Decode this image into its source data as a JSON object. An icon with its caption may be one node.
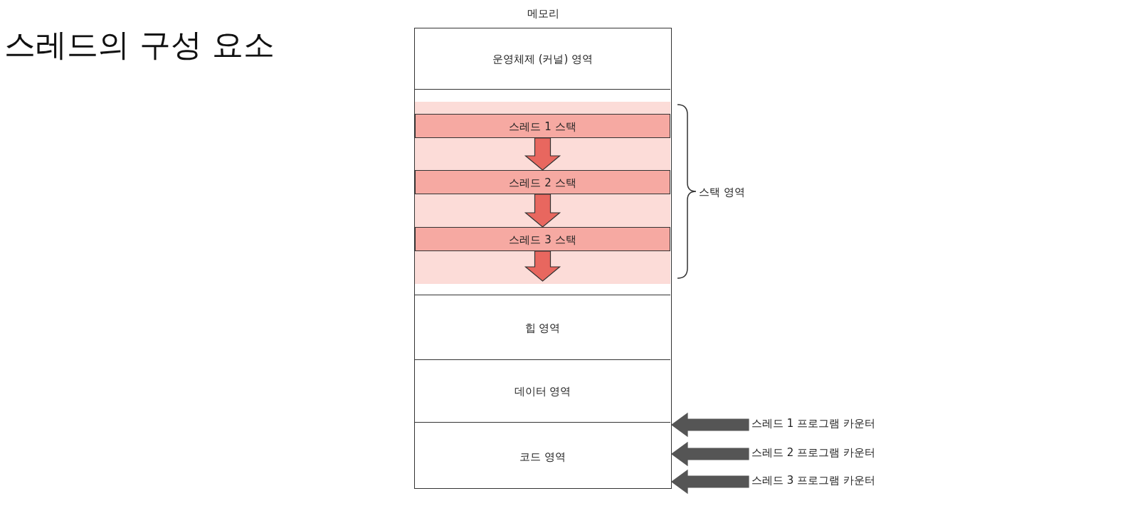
{
  "diagram": {
    "title": "스레드의 구성 요소",
    "nodes": [
      {
        "text": [
          "메모리"
        ]
      },
      {
        "text": [
          "운영체제 (커널) 영역"
        ],
        "in": 0
      },
      {
        "text": [],
        "shape": "box",
        "beside": [
          "스택 영역"
        ],
        "in": 0
      },
      {
        "text": [
          "스레드 1 스택"
        ],
        "in": 2
      },
      {
        "text": [
          "스레드 2 스택"
        ],
        "in": 2
      },
      {
        "text": [
          "스레드 3 스택"
        ],
        "in": 2
      },
      {
        "text": [
          "힙 영역"
        ],
        "in": 0
      },
      {
        "text": [
          "데이터 영역"
        ],
        "in": 0
      },
      {
        "text": [
          "코드 영역"
        ],
        "in": 0
      },
      {
        "text": [
          "스레드 1 프로그램 카운터"
        ]
      },
      {
        "text": [
          "스레드 2 프로그램 카운터"
        ]
      },
      {
        "text": [
          "스레드 3 프로그램 카운터"
        ]
      }
    ],
    "edges": [
      {
        "from": 3,
        "to": 4,
        "arrow": "to",
        "style": "thick",
        "color": "#e8675f"
      },
      {
        "from": 4,
        "to": 5,
        "arrow": "to",
        "style": "thick",
        "color": "#e8675f"
      },
      {
        "from": 5,
        "to": null,
        "arrow": "to",
        "style": "thick",
        "color": "#e8675f"
      },
      {
        "from": 9,
        "to": 8,
        "arrow": "to",
        "style": "thick",
        "color": "#555555"
      },
      {
        "from": 10,
        "to": 8,
        "arrow": "to",
        "style": "thick",
        "color": "#555555"
      },
      {
        "from": 11,
        "to": 8,
        "arrow": "to",
        "style": "thick",
        "color": "#555555"
      }
    ]
  }
}
